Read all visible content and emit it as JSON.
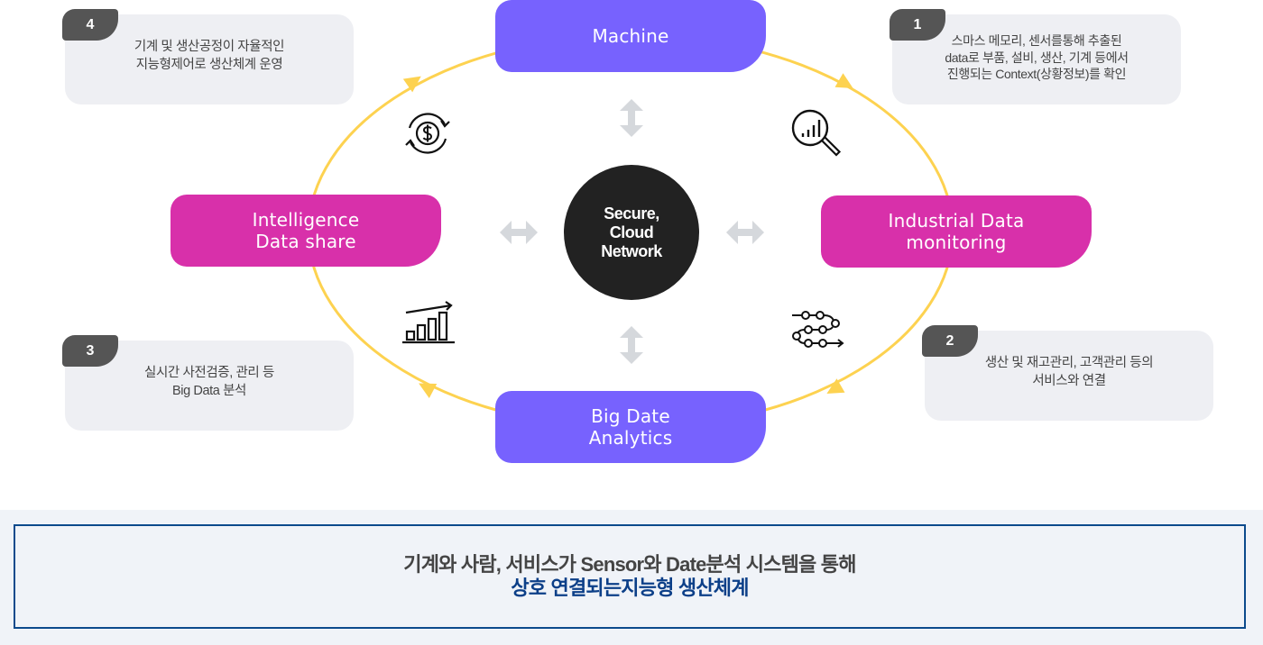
{
  "diagram": {
    "center": {
      "label": "Secure,\nCloud\nNetwork"
    },
    "nodes": {
      "top": {
        "label": "Machine",
        "color": "#7762fe"
      },
      "right": {
        "label": "Industrial Data\nmonitoring",
        "color": "#d830aa"
      },
      "bottom": {
        "label": "Big Date\nAnalytics",
        "color": "#7762fe"
      },
      "left": {
        "label": "Intelligence\nData share",
        "color": "#d830aa"
      }
    },
    "cycle_color": "#fdd250",
    "connector_arrow_color": "#d5d8dc",
    "icons": {
      "top_left": "money-cycle-icon",
      "top_right": "magnifier-chart-icon",
      "bottom_left": "growth-chart-icon",
      "bottom_right": "process-flow-icon"
    },
    "cards": [
      {
        "number": "1",
        "text": "스마스 메모리, 센서를통해 추출된\ndata로 부품, 설비, 생산, 기계 등에서\n진행되는 Context(상황정보)를 확인"
      },
      {
        "number": "2",
        "text": "생산 및 재고관리, 고객관리 등의\n서비스와 연결"
      },
      {
        "number": "3",
        "text": "실시간 사전검증, 관리 등\nBig Data 분석"
      },
      {
        "number": "4",
        "text": "기계 및 생산공정이 자율적인\n지능형제어로 생산체계 운영"
      }
    ]
  },
  "summary": {
    "line1": "기계와 사람, 서비스가 Sensor와 Date분석 시스템을 통해",
    "line2": "상호 연결되는지능형 생산체계",
    "border_color": "#0c4a8c"
  }
}
